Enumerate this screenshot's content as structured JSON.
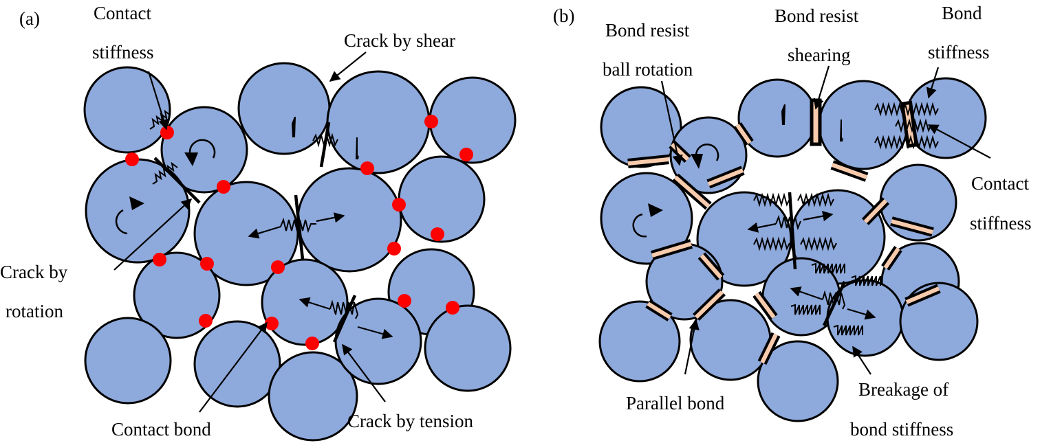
{
  "colors": {
    "ball_fill": "#8EA9DB",
    "contact_bond": "#FF0000",
    "parallel_bond": "#F8CBAD",
    "outline": "#000000"
  },
  "panels": [
    {
      "id": "a",
      "panel_label": "(a)",
      "title": "Contact bond model",
      "labels": {
        "contact_stiffness_1": "Contact",
        "contact_stiffness_2": "stiffness",
        "crack_shear": "Crack by shear",
        "crack_rotation_1": "Crack by",
        "crack_rotation_2": "rotation",
        "contact_bond": "Contact bond",
        "crack_tension": "Crack by tension"
      }
    },
    {
      "id": "b",
      "panel_label": "(b)",
      "title": "Parallel bond model",
      "labels": {
        "bond_rotation_1": "Bond resist",
        "bond_rotation_2": "ball rotation",
        "bond_shearing_1": "Bond resist",
        "bond_shearing_2": "shearing",
        "bond_stiffness_1": "Bond",
        "bond_stiffness_2": "stiffness",
        "contact_stiffness_1": "Contact",
        "contact_stiffness_2": "stiffness",
        "parallel_bond": "Parallel bond",
        "breakage_1": "Breakage of",
        "breakage_2": "bond stiffness"
      }
    }
  ]
}
